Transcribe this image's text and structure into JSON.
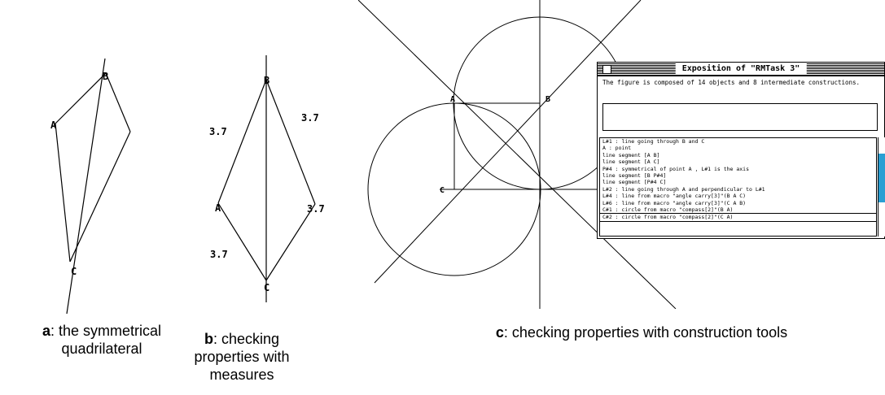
{
  "figure_a": {
    "points": {
      "B": "B",
      "A": "A",
      "C": "C"
    }
  },
  "figure_b": {
    "points": {
      "B": "B",
      "A": "A",
      "C": "C"
    },
    "measures": [
      "3.7",
      "3.7",
      "3.7",
      "3.7"
    ]
  },
  "figure_c": {
    "points": {
      "A": "A",
      "B": "B",
      "C": "C"
    }
  },
  "exposition_window": {
    "title": "Exposition of \"RMTask 3\"",
    "description": "The figure is composed of 14 objects and 8 intermediate constructions.",
    "objects": [
      "L#1 : line going through B and C",
      "A : point",
      "line segment [A B]",
      "line segment [A C]",
      "P#4 : symmetrical of point A , L#1 is the axis",
      "line segment [B P#4]",
      "line segment [P#4 C]",
      "L#2 : line going through A and perpendicular to L#1",
      "L#4 : line from macro \"angle carry[3]\"(B A C)",
      "L#6 : line from macro \"angle carry[3]\"(C A B)",
      "C#1 : circle from macro \"compass[2]\"(B A)",
      "C#2 : circle from macro \"compass[2]\"(C A)"
    ]
  },
  "captions": {
    "a": {
      "letter": "a",
      "text": ": the symmetrical quadrilateral"
    },
    "b": {
      "letter": "b",
      "text": ": checking properties with measures"
    },
    "c": {
      "letter": "c",
      "text": ": checking properties with construction tools"
    }
  }
}
